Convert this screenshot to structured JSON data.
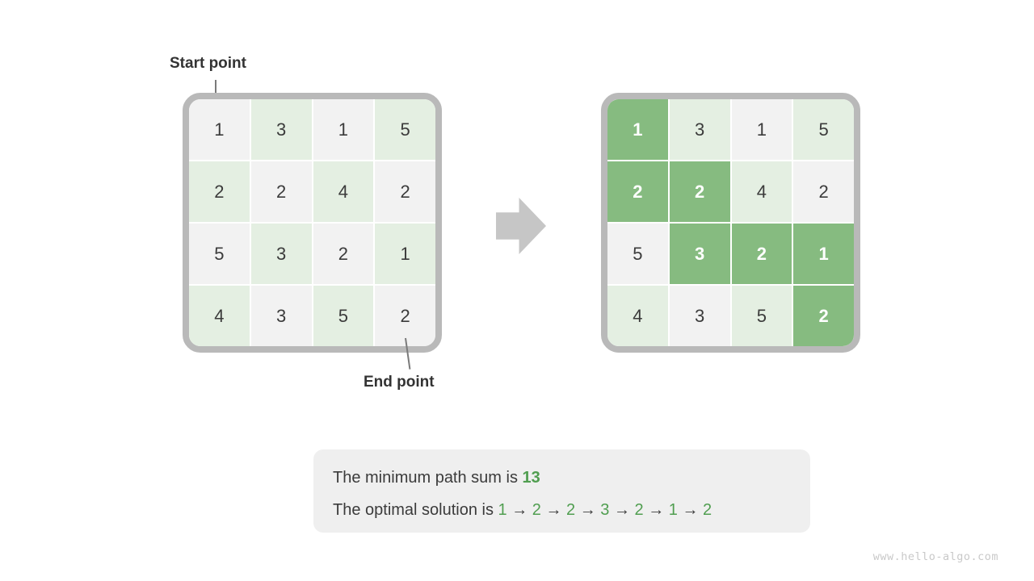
{
  "labels": {
    "start_point": "Start point",
    "end_point": "End point"
  },
  "grid": {
    "rows": 4,
    "cols": 4,
    "values": [
      [
        1,
        3,
        1,
        5
      ],
      [
        2,
        2,
        4,
        2
      ],
      [
        5,
        3,
        2,
        1
      ],
      [
        4,
        3,
        5,
        2
      ]
    ],
    "path_cells": [
      [
        0,
        0
      ],
      [
        1,
        0
      ],
      [
        1,
        1
      ],
      [
        2,
        1
      ],
      [
        2,
        2
      ],
      [
        2,
        3
      ],
      [
        3,
        3
      ]
    ]
  },
  "summary": {
    "line1_prefix": "The minimum path sum is ",
    "min_path_sum": "13",
    "line2_prefix": "The optimal solution is ",
    "optimal_path": [
      1,
      2,
      2,
      3,
      2,
      1,
      2
    ],
    "arrow_glyph": "→"
  },
  "watermark": "www.hello-algo.com",
  "colors": {
    "cell_gray": "#f2f2f2",
    "cell_light_green": "#e4efe2",
    "path_green": "#86bb80",
    "grid_border": "#b9b9b9",
    "arrow_gray": "#c6c6c6",
    "text_dark": "#3b3b3b",
    "text_green": "#509e50",
    "summary_bg": "#efefef",
    "watermark_gray": "#c9c9c9"
  }
}
